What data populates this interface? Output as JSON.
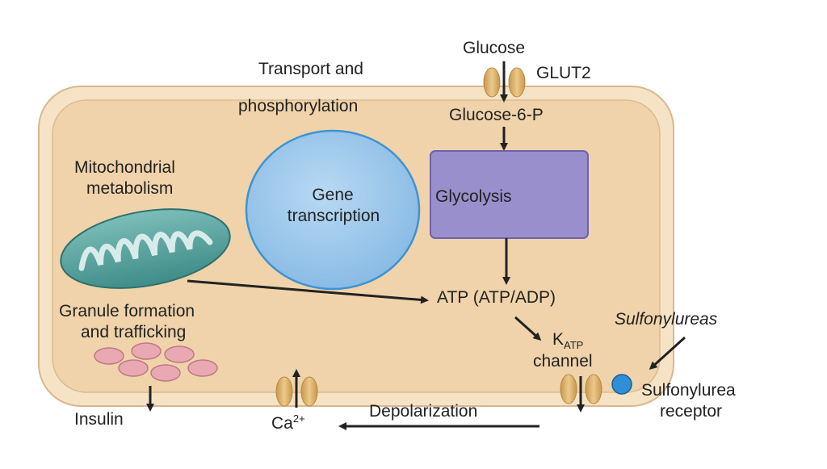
{
  "labels": {
    "glucose": "Glucose",
    "glut2": "GLUT2",
    "transport_line1": "Transport and",
    "transport_line2": "phosphorylation",
    "glucose6p": "Glucose-6-P",
    "mito_line1": "Mitochondrial",
    "mito_line2": "metabolism",
    "gene_line1": "Gene",
    "gene_line2": "transcription",
    "glycolysis": "Glycolysis",
    "atp": "ATP (ATP/ADP)",
    "granule_line1": "Granule formation",
    "granule_line2": "and trafficking",
    "sulfonylureas": "Sulfonylureas",
    "katp_k": "K",
    "katp_sub": "ATP",
    "katp_line2": "channel",
    "sur_line1": "Sulfonylurea",
    "sur_line2": "receptor",
    "insulin": "Insulin",
    "ca": "Ca",
    "ca_sup": "2+",
    "depolarization": "Depolarization"
  },
  "colors": {
    "cell_outer": "#f6e3c6",
    "cell_inner": "#f0d3aa",
    "cell_stroke": "#d8b890",
    "nucleus_fill": "#9cc6ea",
    "nucleus_stroke": "#3d93d2",
    "glycolysis_fill": "#9a8fcd",
    "glycolysis_stroke": "#6d62ad",
    "mito_fill": "#5fa9a6",
    "mito_inner": "#d7ecea",
    "granule_fill": "#e8a9b3",
    "granule_stroke": "#c07883",
    "channel_fill": "#d9b06a",
    "receptor_fill": "#2f8fd6",
    "arrow": "#222222"
  }
}
